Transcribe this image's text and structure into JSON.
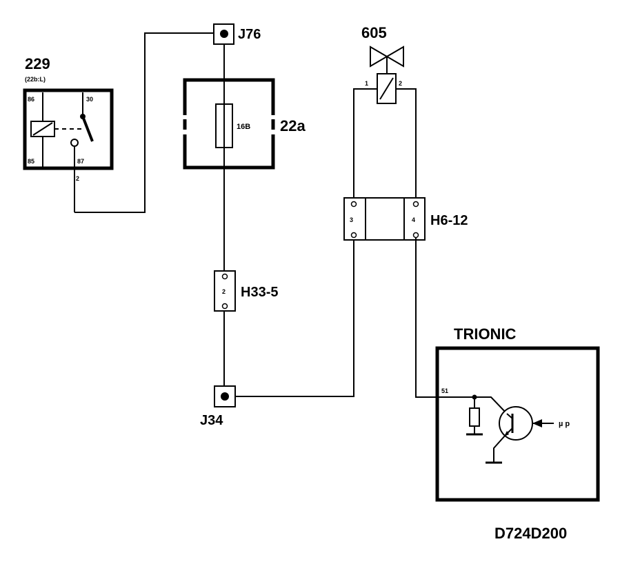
{
  "relay": {
    "id": "229",
    "sub": "(22b:L)",
    "pin_86": "86",
    "pin_30": "30",
    "pin_85": "85",
    "pin_87": "87",
    "wire_pin": "2"
  },
  "junction_top": "J76",
  "fuse": {
    "value": "16B",
    "box": "22a"
  },
  "connector_h33": {
    "pin": "2",
    "name": "H33-5"
  },
  "junction_bottom": "J34",
  "valve": {
    "id": "605",
    "pin_1": "1",
    "pin_2": "2"
  },
  "connector_h6": {
    "pin_3": "3",
    "pin_4": "4",
    "name": "H6-12"
  },
  "ecu": {
    "title": "TRIONIC",
    "pin": "51",
    "signal": "µ p"
  },
  "diagram_code": "D724D200"
}
